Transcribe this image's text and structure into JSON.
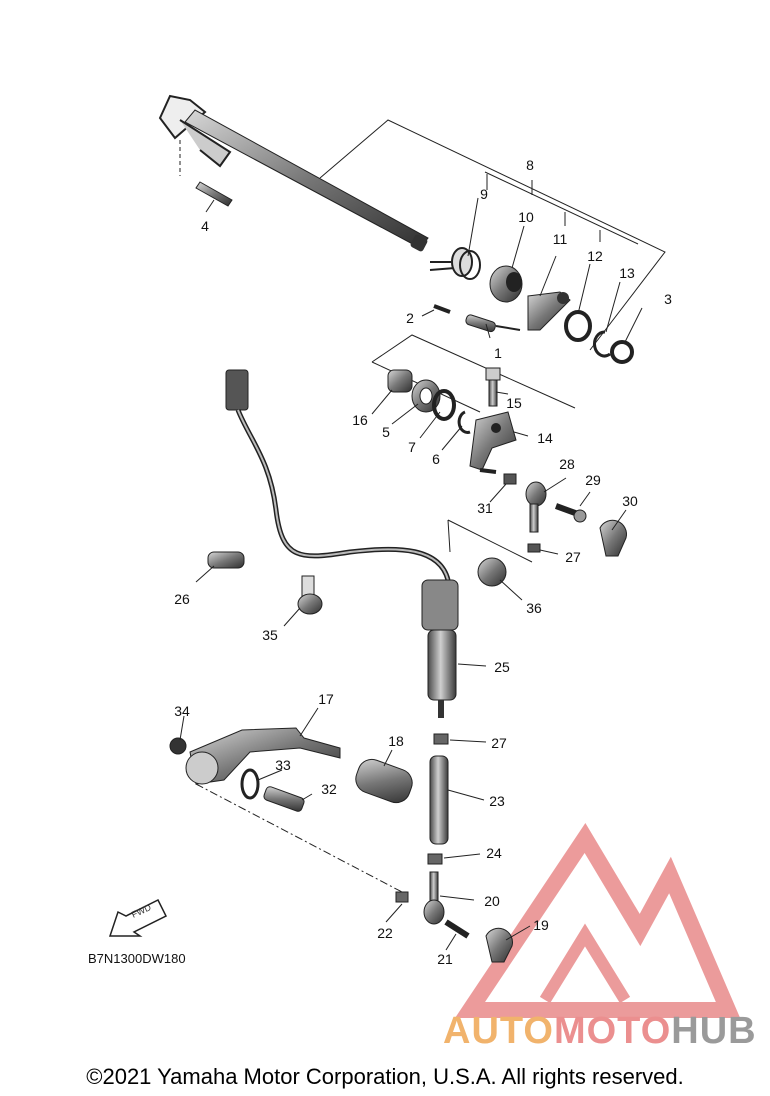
{
  "diagram_code": "B7N1300DW180",
  "copyright": "©2021 Yamaha Motor Corporation, U.S.A. All rights reserved.",
  "fwd_label": "FWD",
  "watermark": {
    "part1": "AUTO",
    "part2": "MOTO",
    "part3": "HUB"
  },
  "callouts": [
    "1",
    "2",
    "3",
    "4",
    "5",
    "6",
    "7",
    "8",
    "9",
    "10",
    "11",
    "12",
    "13",
    "14",
    "15",
    "16",
    "17",
    "18",
    "19",
    "20",
    "21",
    "22",
    "23",
    "24",
    "25",
    "26",
    "27",
    "27",
    "28",
    "29",
    "30",
    "31",
    "32",
    "33",
    "34",
    "35",
    "36"
  ],
  "colors": {
    "line": "#222222",
    "part_dark": "#3a3a3a",
    "part_mid": "#777777",
    "part_light": "#bbbbbb",
    "watermark_red": "#e06060",
    "watermark_orange": "#f1b36c",
    "watermark_gray": "#9a9a9a"
  }
}
